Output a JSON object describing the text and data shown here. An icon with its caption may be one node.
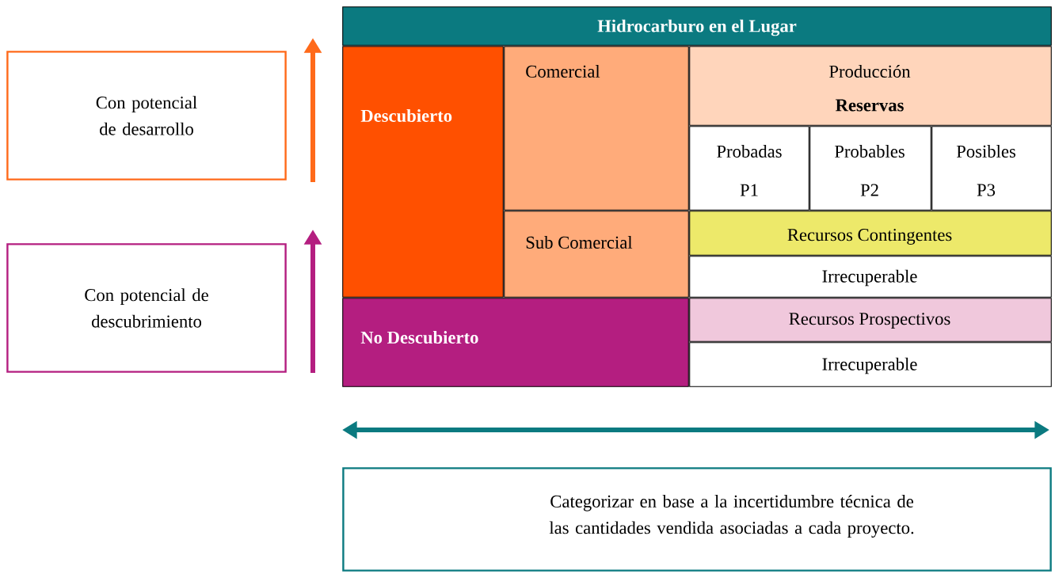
{
  "diagram": {
    "nodes": [
      {
        "text": [
          "Hidrocarburo en el Lugar"
        ]
      },
      {
        "text": [
          "Descubierto"
        ]
      },
      {
        "text": [
          "Comercial"
        ]
      },
      {
        "text": [
          "Producción",
          "Reservas"
        ]
      },
      {
        "text": [
          "Probadas",
          "P1"
        ]
      },
      {
        "text": [
          "Probables",
          "P2"
        ]
      },
      {
        "text": [
          "Posibles",
          "P3"
        ]
      },
      {
        "text": [
          "Sub Comercial"
        ]
      },
      {
        "text": [
          "Recursos Contingentes"
        ]
      },
      {
        "text": [
          "Irrecuperable"
        ]
      },
      {
        "text": [
          "No Descubierto"
        ]
      },
      {
        "text": [
          "Recursos Prospectivos"
        ]
      },
      {
        "text": [
          "Irrecuperable"
        ]
      },
      {
        "text": [
          "Con potencial de desarrollo"
        ]
      },
      {
        "text": [
          "Con potencial de descubrimiento"
        ]
      },
      {
        "text": [
          "Categorizar en base a la incertidumbre técnica de las cantidades vendida asociadas a cada proyecto."
        ]
      }
    ]
  }
}
